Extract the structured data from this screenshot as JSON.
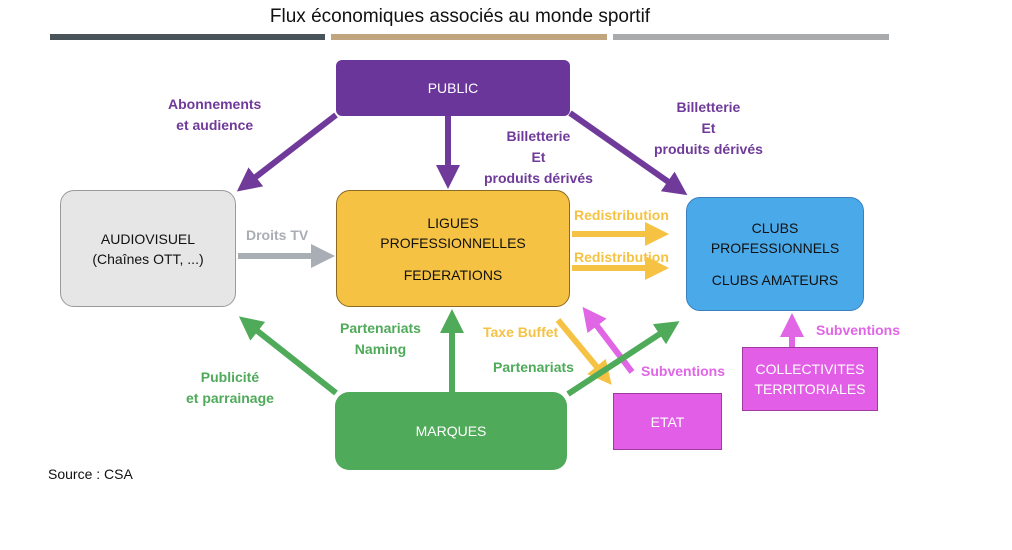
{
  "title": "Flux économiques associés au monde sportif",
  "source": "Source : CSA",
  "colors": {
    "bar_dark": "#48535a",
    "bar_tan": "#c0a57e",
    "bar_gray": "#a8aaac",
    "purple": "#6f3a9a",
    "purple_box": "#6a369a",
    "gray_arrow": "#a9adb4",
    "gray_box": "#e6e6e6",
    "orange": "#f5c243",
    "orange_box": "#f5c243",
    "blue_box": "#4aa9e8",
    "green": "#4faa5a",
    "green_box": "#4faa5a",
    "magenta": "#e066e6",
    "magenta_box": "#e25ee6"
  },
  "nodes": {
    "public": {
      "lines": [
        "PUBLIC"
      ]
    },
    "audiovisuel": {
      "lines": [
        "AUDIOVISUEL",
        "(Chaînes OTT, ...)"
      ]
    },
    "ligues": {
      "lines": [
        "LIGUES",
        "PROFESSIONNELLES",
        "FEDERATIONS"
      ]
    },
    "clubs": {
      "lines": [
        "CLUBS",
        "PROFESSIONNELS",
        "CLUBS AMATEURS"
      ]
    },
    "marques": {
      "lines": [
        "MARQUES"
      ]
    },
    "etat": {
      "lines": [
        "ETAT"
      ]
    },
    "collectivites": {
      "lines": [
        "COLLECTIVITES",
        "TERRITORIALES"
      ]
    }
  },
  "flows": {
    "abonnements": [
      "Abonnements",
      "et audience"
    ],
    "billetterie_center": [
      "Billetterie",
      "Et",
      "produits dérivés"
    ],
    "billetterie_right": [
      "Billetterie",
      "Et",
      "produits dérivés"
    ],
    "droits_tv": "Droits TV",
    "redistribution_1": "Redistribution",
    "redistribution_2": "Redistribution",
    "taxe_buffet": "Taxe Buffet",
    "subventions_etat": "Subventions",
    "subventions_coll": "Subventions",
    "partenariats_naming": [
      "Partenariats",
      "Naming"
    ],
    "partenariats": "Partenariats",
    "publicite": [
      "Publicité",
      "et parrainage"
    ]
  }
}
